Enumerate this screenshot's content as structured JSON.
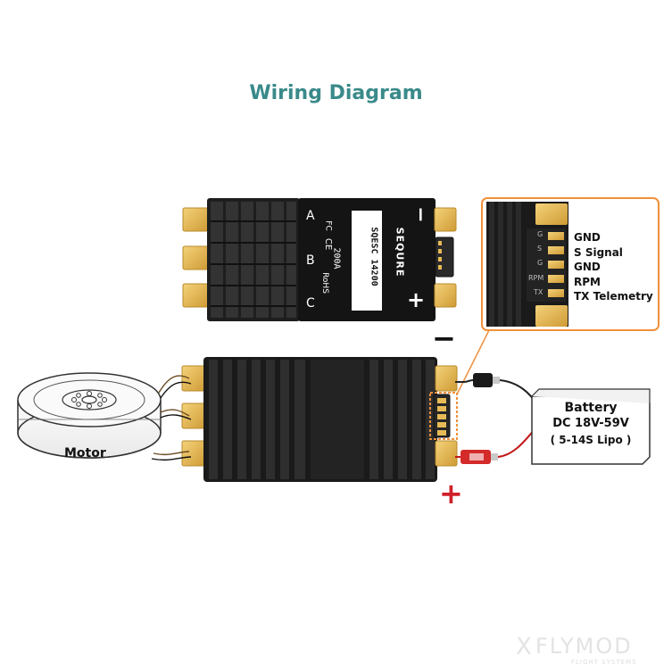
{
  "title": "Wiring Diagram",
  "esc_label": {
    "minus": "−",
    "plus": "+",
    "phase_a": "A",
    "phase_b": "B",
    "phase_c": "C",
    "fcc": "FC",
    "ce": "CE",
    "rohs": "RoHS",
    "brand": "SEQURE",
    "model": "SQESC 14200",
    "lipo": "5-14S Lipo",
    "current": "200A"
  },
  "power": {
    "minus_sign": "−",
    "plus_sign": "+"
  },
  "motor": {
    "label": "Motor"
  },
  "battery": {
    "line1": "Battery",
    "line2": "DC 18V-59V",
    "line3": "( 5-14S Lipo )"
  },
  "zoom_pins": {
    "pin_labels": [
      "GND",
      "S Signal",
      "GND",
      "RPM",
      "TX Telemetry"
    ],
    "board_marks": [
      "G",
      "S",
      "G",
      "RPM",
      "TX"
    ]
  },
  "watermark": {
    "mark": "X",
    "name": "FLYMOD",
    "tagline": "FLIGHT SYSTEMS"
  },
  "colors": {
    "title": "#3a8a8a",
    "accent_orange": "#f0903a",
    "plus_red": "#d0202a",
    "esc_body": "#1c1c1c",
    "gold_pad": "#e6bb55"
  }
}
